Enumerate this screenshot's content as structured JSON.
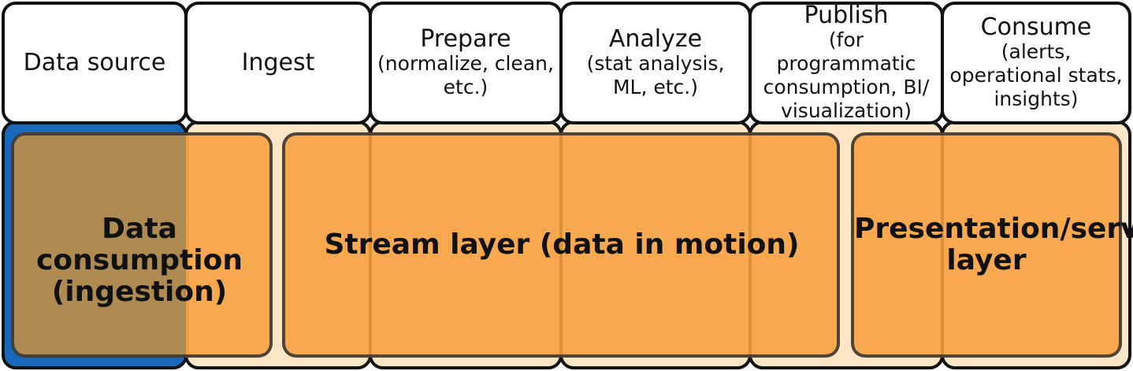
{
  "columns": [
    {
      "title": "Data source",
      "subtitle": ""
    },
    {
      "title": "Ingest",
      "subtitle": ""
    },
    {
      "title": "Prepare",
      "subtitle": "(normalize, clean, etc.)"
    },
    {
      "title": "Analyze",
      "subtitle": "(stat analysis, ML, etc.)"
    },
    {
      "title": "Publish",
      "subtitle": "(for programmatic consumption, BI/ visualization)"
    },
    {
      "title": "Consume",
      "subtitle": "(alerts, operational stats, insights)"
    }
  ],
  "layers": {
    "consumption": "Data consumption (ingestion)",
    "stream": "Stream layer (data in motion)",
    "presentation": "Presentation/serving layer"
  },
  "colors": {
    "source_fill": "#1768b8",
    "column_fill": "#fde6c6",
    "consumption_fill": "#ae8b52",
    "layer_fill": "#f7a040"
  }
}
